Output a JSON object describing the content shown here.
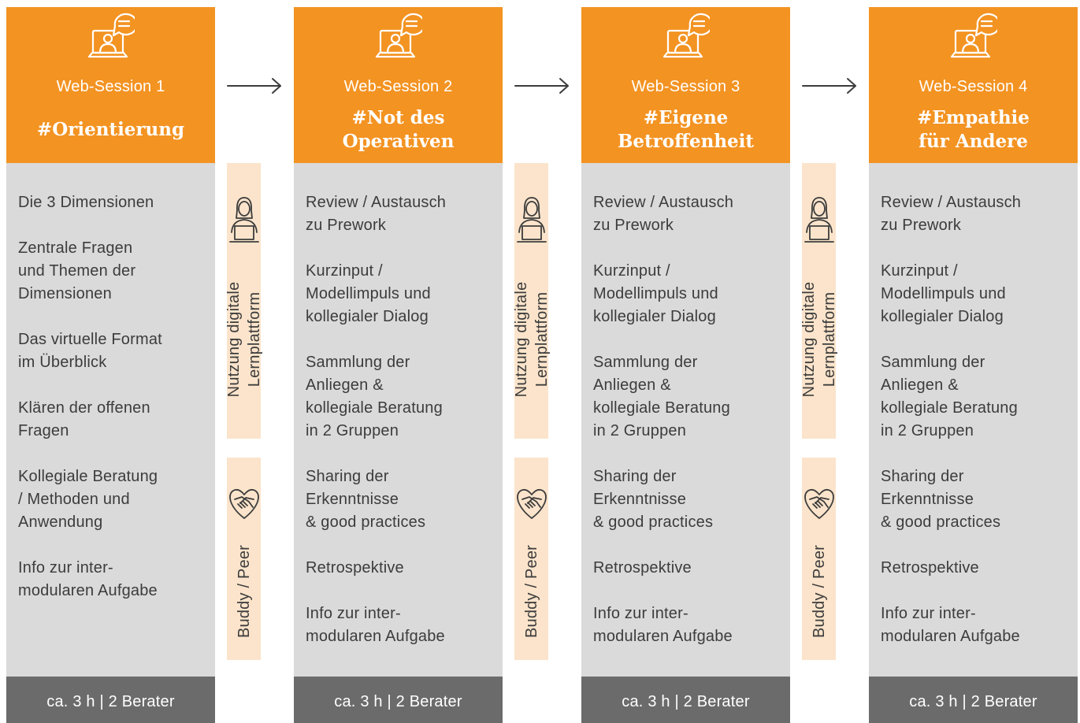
{
  "sessions": [
    {
      "kicker": "Web-Session 1",
      "title_lines": [
        "#Orientierung"
      ],
      "items": [
        "Die 3 Dimensionen",
        "Zentrale Fragen\nund Themen der\nDimensionen",
        "Das virtuelle Format\nim Überblick",
        "Klären der offenen\nFragen",
        "Kollegiale Beratung\n/ Methoden und\nAnwendung",
        "Info zur inter-\nmodularen Aufgabe"
      ],
      "footer": "ca. 3 h | 2 Berater"
    },
    {
      "kicker": "Web-Session 2",
      "title_lines": [
        "#Not des",
        "Operativen"
      ],
      "items": [
        "Review / Austausch\nzu Prework",
        "Kurzinput /\nModellimpuls und\nkollegialer Dialog",
        "Sammlung der\nAnliegen &\nkollegiale Beratung\nin 2 Gruppen",
        "Sharing der\nErkenntnisse\n& good practices",
        "Retrospektive",
        "Info zur inter-\nmodularen Aufgabe"
      ],
      "footer": "ca. 3 h | 2 Berater"
    },
    {
      "kicker": "Web-Session 3",
      "title_lines": [
        "#Eigene",
        "Betroffenheit"
      ],
      "items": [
        "Review / Austausch\nzu Prework",
        "Kurzinput /\nModellimpuls und\nkollegialer Dialog",
        "Sammlung der\nAnliegen &\nkollegiale Beratung\nin 2 Gruppen",
        "Sharing der\nErkenntnisse\n& good practices",
        "Retrospektive",
        "Info zur inter-\nmodularen Aufgabe"
      ],
      "footer": "ca. 3 h | 2 Berater"
    },
    {
      "kicker": "Web-Session 4",
      "title_lines": [
        "#Empathie",
        "für Andere"
      ],
      "items": [
        "Review / Austausch\nzu Prework",
        "Kurzinput /\nModellimpuls und\nkollegialer Dialog",
        "Sammlung der\nAnliegen &\nkollegiale Beratung\nin 2 Gruppen",
        "Sharing der\nErkenntnisse\n& good practices",
        "Retrospektive",
        "Info zur inter-\nmodularen Aufgabe"
      ],
      "footer": "ca. 3 h | 2 Berater"
    }
  ],
  "connectors": [
    {
      "top_label": "Nutzung digitale\nLernplattform",
      "top_icon": "person-laptop-icon",
      "bottom_label": "Buddy / Peer",
      "bottom_icon": "handshake-heart-icon"
    },
    {
      "top_label": "Nutzung digitale\nLernplattform",
      "top_icon": "person-laptop-icon",
      "bottom_label": "Buddy / Peer",
      "bottom_icon": "handshake-heart-icon"
    },
    {
      "top_label": "Nutzung digitale\nLernplattform",
      "top_icon": "person-laptop-icon",
      "bottom_label": "Buddy / Peer",
      "bottom_icon": "handshake-heart-icon"
    }
  ],
  "session_icon": "video-chat-icon",
  "arrow_icon": "arrow-right-icon",
  "colors": {
    "accent": "#f39322",
    "panel": "#dadada",
    "footer": "#6b6b6b",
    "side": "#fbe4cb",
    "text": "#3c3c3c"
  }
}
